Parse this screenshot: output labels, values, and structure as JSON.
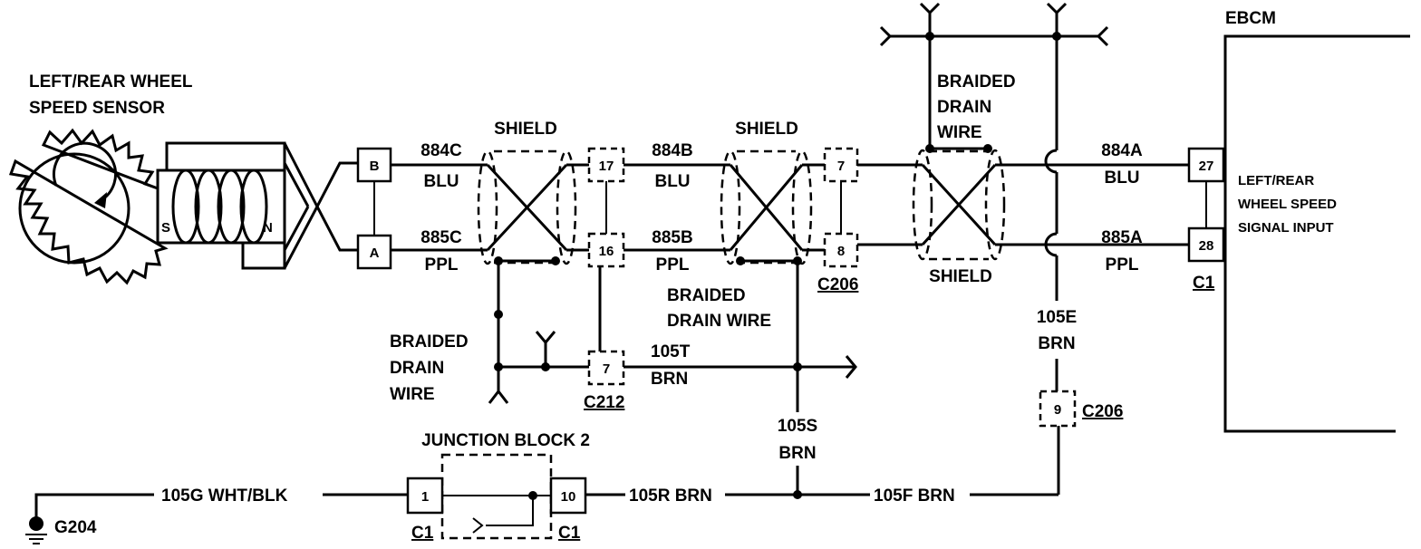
{
  "sensor": {
    "title_line1": "LEFT/REAR WHEEL",
    "title_line2": "SPEED SENSOR",
    "pin_s": "S",
    "pin_n": "N"
  },
  "sensor_connector": {
    "pin_b": "B",
    "pin_a": "A"
  },
  "wires": {
    "w884c": "884C",
    "w884c_color": "BLU",
    "w885c": "885C",
    "w885c_color": "PPL",
    "w884b": "884B",
    "w884b_color": "BLU",
    "w885b": "885B",
    "w885b_color": "PPL",
    "w884a": "884A",
    "w884a_color": "BLU",
    "w885a": "885A",
    "w885a_color": "PPL",
    "w105t": "105T",
    "w105t_color": "BRN",
    "w105s": "105S",
    "w105s_color": "BRN",
    "w105e": "105E",
    "w105e_color": "BRN",
    "w105g": "105G WHT/BLK",
    "w105r": "105R BRN",
    "w105f": "105F BRN"
  },
  "shields": {
    "shield1": "SHIELD",
    "shield2": "SHIELD",
    "shield3": "SHIELD"
  },
  "drain_wires": {
    "left_line1": "BRAIDED",
    "left_line2": "DRAIN",
    "left_line3": "WIRE",
    "mid_line1": "BRAIDED",
    "mid_line2": "DRAIN WIRE",
    "top_line1": "BRAIDED",
    "top_line2": "DRAIN",
    "top_line3": "WIRE"
  },
  "connectors": {
    "c212_pin17": "17",
    "c212_pin16": "16",
    "c212_pin7": "7",
    "c212_label": "C212",
    "c206_pin7": "7",
    "c206_pin8": "8",
    "c206_label": "C206",
    "c206_pin9": "9",
    "c206_label_2": "C206",
    "ebcm_pin27": "27",
    "ebcm_pin28": "28",
    "ebcm_conn_label": "C1"
  },
  "junction_block": {
    "title": "JUNCTION BLOCK 2",
    "pin1": "1",
    "pin10": "10",
    "conn_left": "C1",
    "conn_right": "C1"
  },
  "ground": {
    "label": "G204"
  },
  "ebcm": {
    "title": "EBCM",
    "input_line1": "LEFT/REAR",
    "input_line2": "WHEEL SPEED",
    "input_line3": "SIGNAL INPUT"
  }
}
